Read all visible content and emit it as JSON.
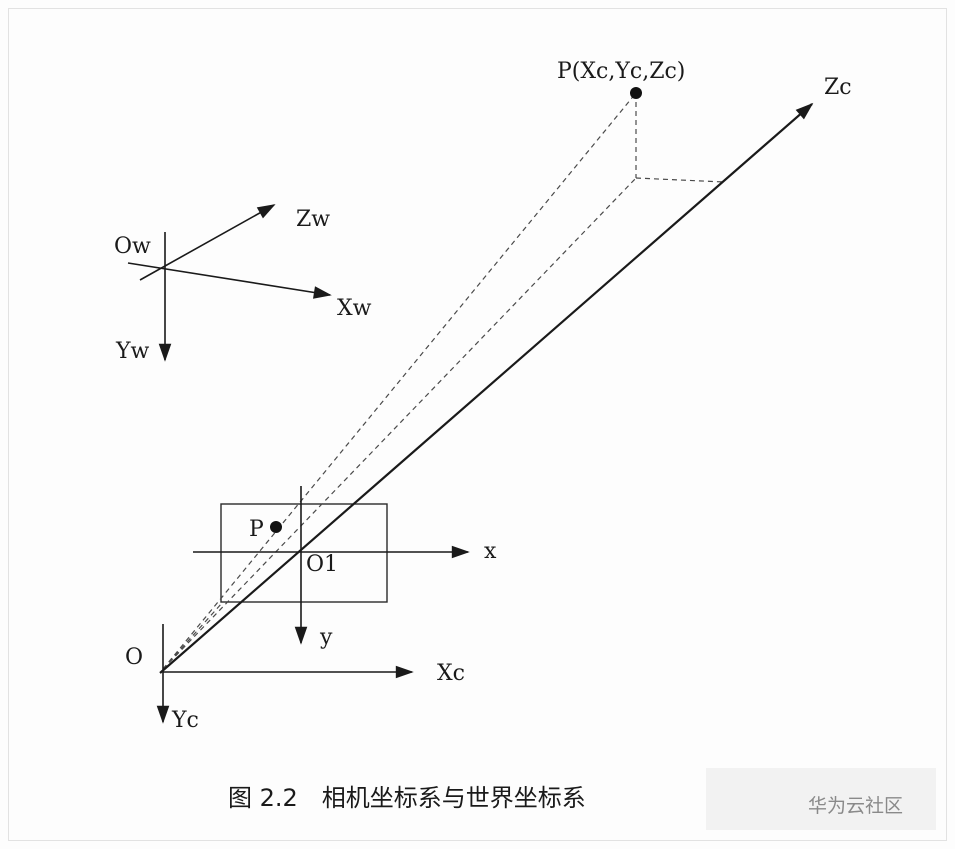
{
  "labels": {
    "p_world": "P(Xc,Yc,Zc)",
    "zc": "Zc",
    "zw": "Zw",
    "ow": "Ow",
    "xw": "Xw",
    "yw": "Yw",
    "p_img": "P",
    "x": "x",
    "o1": "O1",
    "y": "y",
    "o": "O",
    "xc": "Xc",
    "yc": "Yc"
  },
  "caption": "图 2.2　相机坐标系与世界坐标系",
  "watermark": "华为云社区",
  "colors": {
    "ink": "#1a1a1a",
    "watermark": "#8a8a8a"
  }
}
